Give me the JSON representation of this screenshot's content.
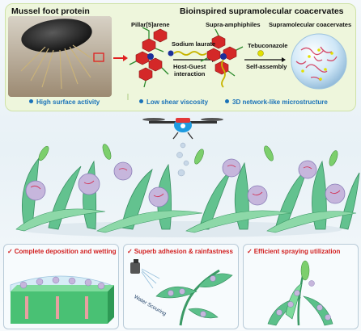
{
  "top": {
    "mussel_title": "Mussel foot protein",
    "coacervate_title": "Bioinspired supramolecular coacervates",
    "pillar_label": "Pillar[5]arene",
    "supra_label": "Supra-amphiphiles",
    "coacervates_label": "Supramolecular coacervates",
    "sodium_laurate": "Sodium laurate",
    "host_guest": "Host-Guest\ninteraction",
    "tebuconazole": "Tebuconazole",
    "self_assembly": "Self-assembly",
    "features": [
      "High surface activity",
      "Low shear viscosity",
      "3D network-like microstructure"
    ]
  },
  "bottom": {
    "panels": [
      {
        "title": "Complete deposition and wetting"
      },
      {
        "title": "Superb adhesion & rainfastness",
        "note": "Water Scouring"
      },
      {
        "title": "Efficient spraying utilization"
      }
    ],
    "check": "✓"
  },
  "colors": {
    "panel_bg": "#eef6dc",
    "feature_blue": "#1a72b8",
    "red_title": "#d21f1f",
    "leaf_green": "#5cc08a",
    "pillar_red": "#d42828"
  }
}
